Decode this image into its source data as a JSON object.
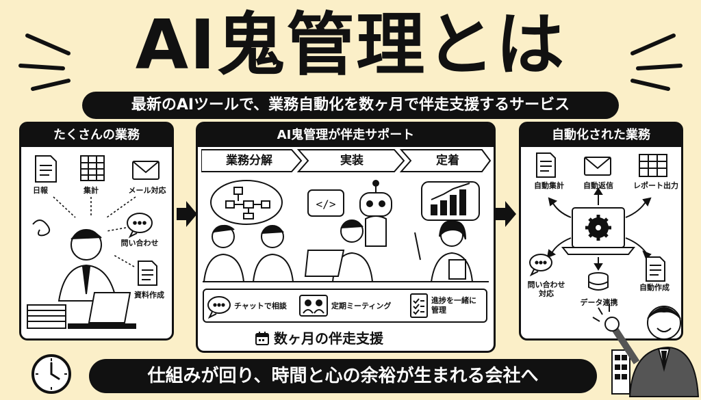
{
  "title": "AI鬼管理とは",
  "subtitle": "最新のAIツールで、業務自動化を数ヶ月で伴走支援するサービス",
  "left_panel": {
    "header": "たくさんの業務",
    "items": [
      "日報",
      "集計",
      "メール対応",
      "問い合わせ",
      "資料作成"
    ]
  },
  "center_panel": {
    "header": "AI鬼管理が伴走サポート",
    "steps": [
      "業務分解",
      "実装",
      "定着"
    ],
    "tools": [
      "チャットで相談",
      "定期ミーティング",
      "進捗を一緒に管理"
    ],
    "footer": "数ヶ月の伴走支援"
  },
  "right_panel": {
    "header": "自動化された業務",
    "items": [
      "自動集計",
      "自動返信",
      "レポート出力",
      "問い合わせ対応",
      "データ連携",
      "自動作成"
    ]
  },
  "bottom_message": "仕組みが回り、時間と心の余裕が生まれる会社へ",
  "colors": {
    "background": "#fbefc8",
    "ink": "#111111",
    "panel": "#ffffff"
  }
}
